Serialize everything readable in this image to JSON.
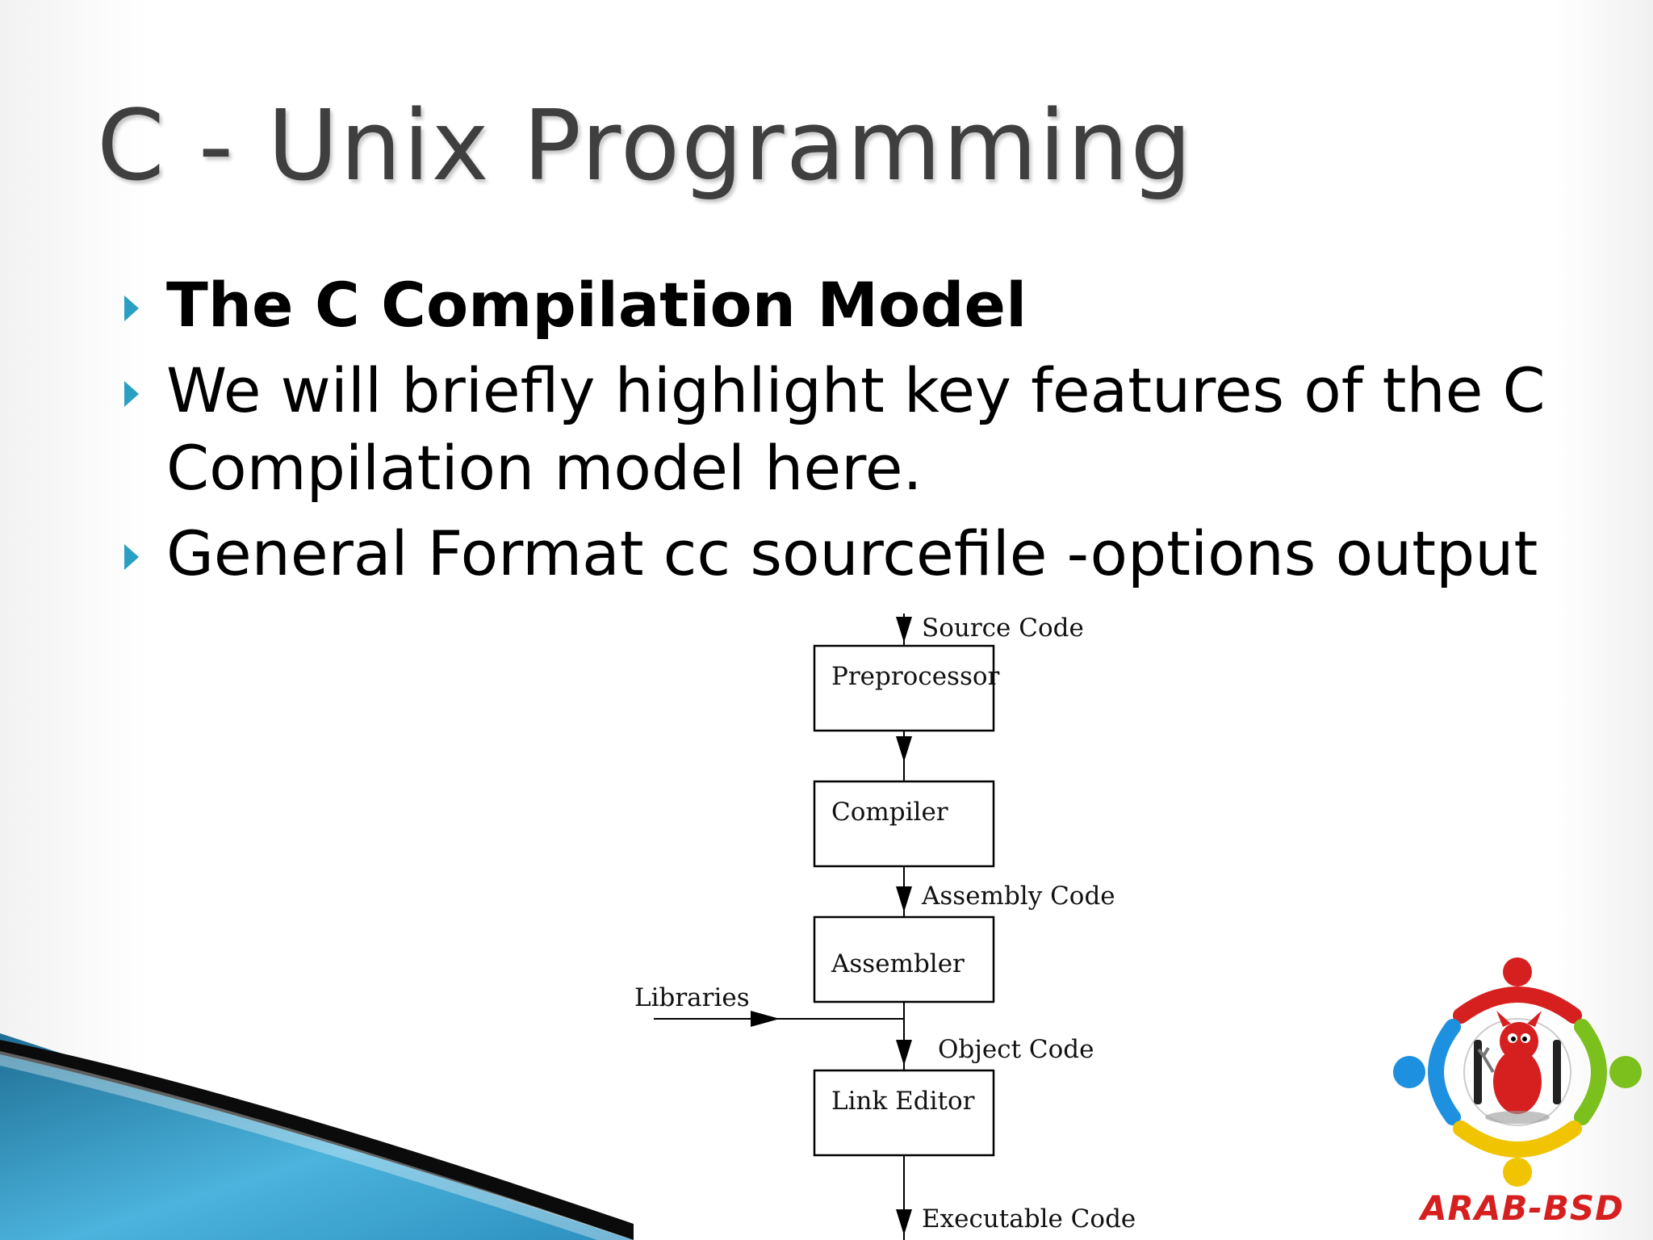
{
  "slide": {
    "title": "C - Unix Programming",
    "bullets": [
      "The C Compilation Model",
      "We will briefly highlight key features of the C Compilation model here.",
      "General Format cc sourcefile -options output"
    ]
  },
  "diagram": {
    "stages": [
      "Preprocessor",
      "Compiler",
      "Assembler",
      "Link Editor"
    ],
    "flow_labels": {
      "source": "Source Code",
      "assembly": "Assembly Code",
      "object": "Object Code",
      "executable": "Executable Code",
      "libraries": "Libraries"
    }
  },
  "logo": {
    "text": "ARAB-BSD"
  },
  "colors": {
    "accent": "#2a9fc2",
    "title": "#3f3f3f",
    "logo_red": "#d62020",
    "logo_blue": "#1e90e0",
    "logo_green": "#7cc01e",
    "logo_yellow": "#f0c400"
  }
}
